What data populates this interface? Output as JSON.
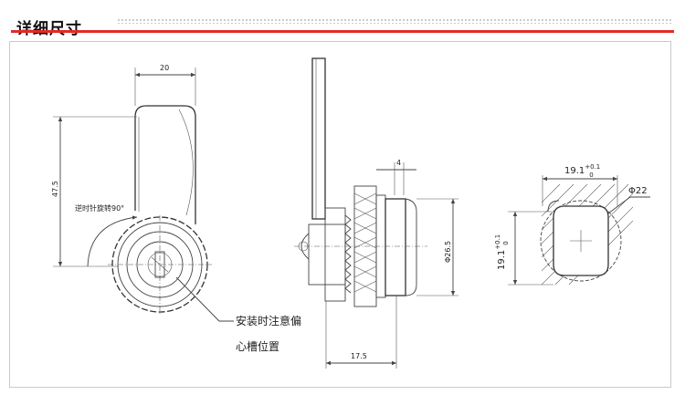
{
  "header": {
    "title": "详细尺寸"
  },
  "front_view": {
    "dim_width": "20",
    "dim_height": "47.5",
    "rotation_note": "逆时针旋转90°",
    "install_note_line1": "安装时注意偏",
    "install_note_line2": "心槽位置"
  },
  "side_view": {
    "dim_thread": "4",
    "dim_diameter": "Φ26.5",
    "dim_length": "17.5"
  },
  "cutout_view": {
    "dim_width_base": "19.1",
    "dim_width_tol_upper": "+0.1",
    "dim_width_tol_lower": "0",
    "dim_height_base": "19.1",
    "dim_height_tol_upper": "+0.1",
    "dim_height_tol_lower": "0",
    "dim_diameter": "Φ22"
  },
  "colors": {
    "accent": "#e12a2a",
    "line": "#444444"
  }
}
